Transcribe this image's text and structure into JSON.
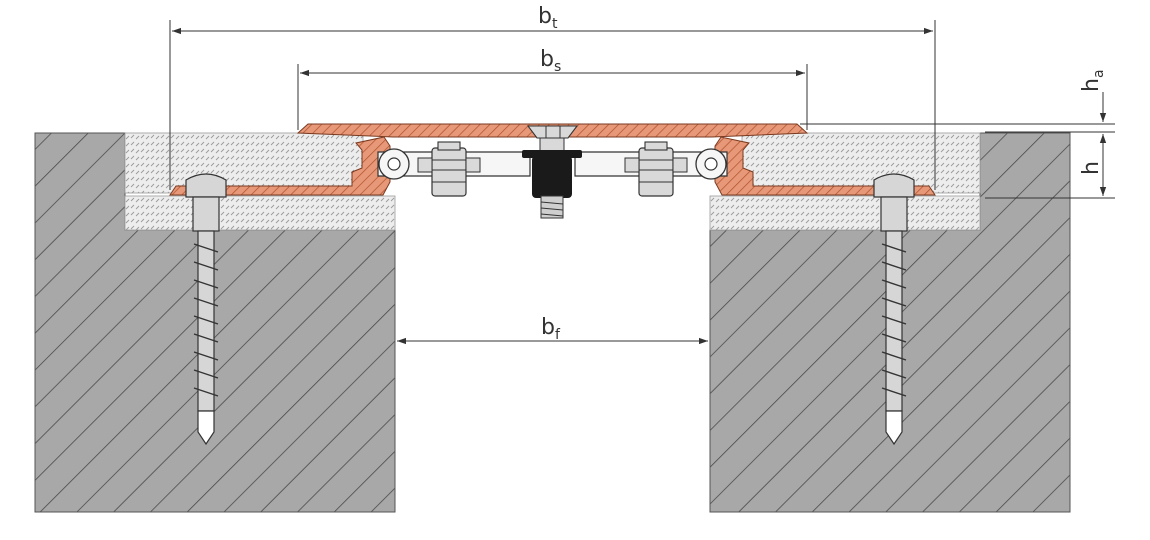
{
  "dimensions": {
    "bt": {
      "main": "b",
      "sub": "t"
    },
    "bs": {
      "main": "b",
      "sub": "s"
    },
    "bf": {
      "main": "b",
      "sub": "f"
    },
    "ha": {
      "main": "h",
      "sub": "a"
    },
    "h": {
      "main": "h",
      "sub": ""
    }
  },
  "colors": {
    "concrete": "#a8a8a8",
    "concrete_hatch": "#4a4a4a",
    "mortar": "#ededed",
    "mortar_dots": "#9a9a9a",
    "profile": "#e69878",
    "profile_hatch": "#b0502c",
    "steel": "#cfcfcf",
    "rubber": "#1a1a1a",
    "line": "#333333"
  }
}
